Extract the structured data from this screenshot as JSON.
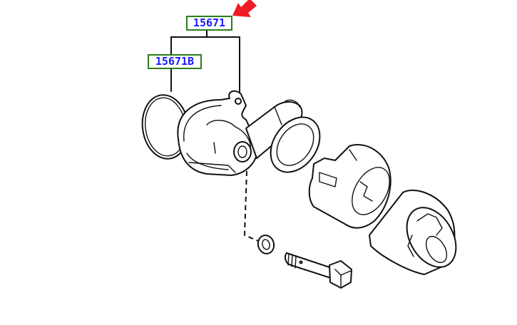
{
  "diagram": {
    "type": "exploded-parts-diagram",
    "callouts": [
      {
        "id": "main",
        "part_number": "15671",
        "label_color": "#1a1aff",
        "border_color": "#2e7d1a"
      },
      {
        "id": "sub",
        "part_number": "15671B",
        "label_color": "#1a1aff",
        "border_color": "#2e7d1a"
      }
    ],
    "highlight_arrow": {
      "color": "#ee1c24",
      "points_to": "15671"
    },
    "parts": [
      {
        "name": "o-ring-gasket"
      },
      {
        "name": "oil-cooler-housing"
      },
      {
        "name": "union-fitting"
      },
      {
        "name": "flange-gasket"
      },
      {
        "name": "oil-filter-bracket"
      },
      {
        "name": "oil-filter"
      },
      {
        "name": "washer"
      },
      {
        "name": "union-bolt"
      }
    ]
  }
}
